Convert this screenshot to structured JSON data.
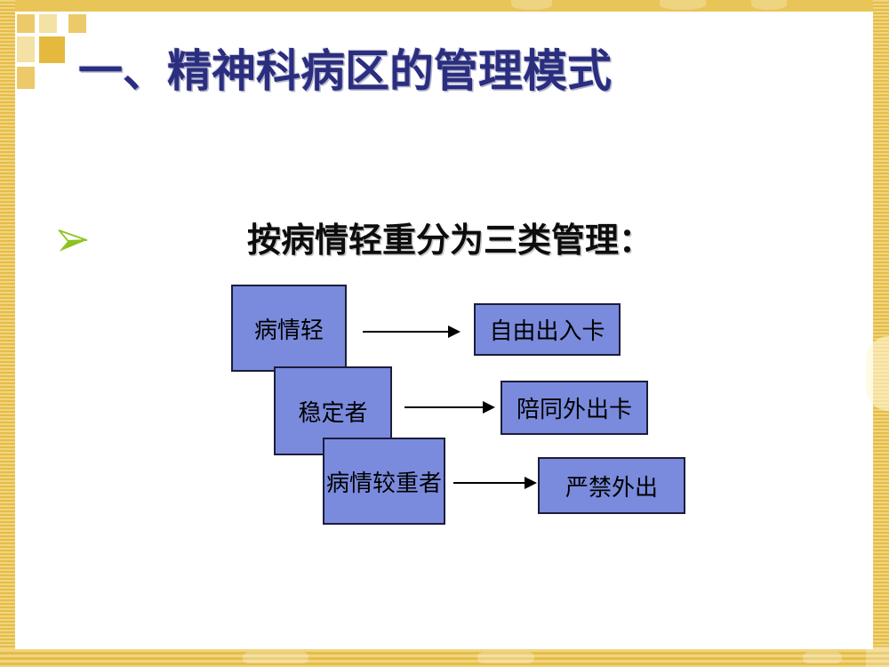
{
  "slide": {
    "title": "一、精神科病区的管理模式",
    "bullet": {
      "icon": "arrowhead-bullet-icon",
      "text": "按病情轻重分为三类管理："
    },
    "diagram": {
      "rows": [
        {
          "category": "病情轻",
          "policy": "自由出入卡"
        },
        {
          "category": "稳定者",
          "policy": "陪同外出卡"
        },
        {
          "category": "病情较重者",
          "policy": "严禁外出"
        }
      ]
    },
    "colors": {
      "frame_gold": "#e8c351",
      "frame_stripe_light": "#f0d57f",
      "frame_stripe_dark": "#e5bc47",
      "corner_square_dark": "#e4b93e",
      "corner_square_medium": "#ecc969",
      "corner_square_light": "#f4e1a4",
      "title_navy": "#2b2d7e",
      "bullet_green": "#8ec31f",
      "box_fill": "#7a8bdd",
      "box_border": "#1c1c3a",
      "arrow_black": "#000000",
      "body_text": "#0d0d0d"
    }
  }
}
